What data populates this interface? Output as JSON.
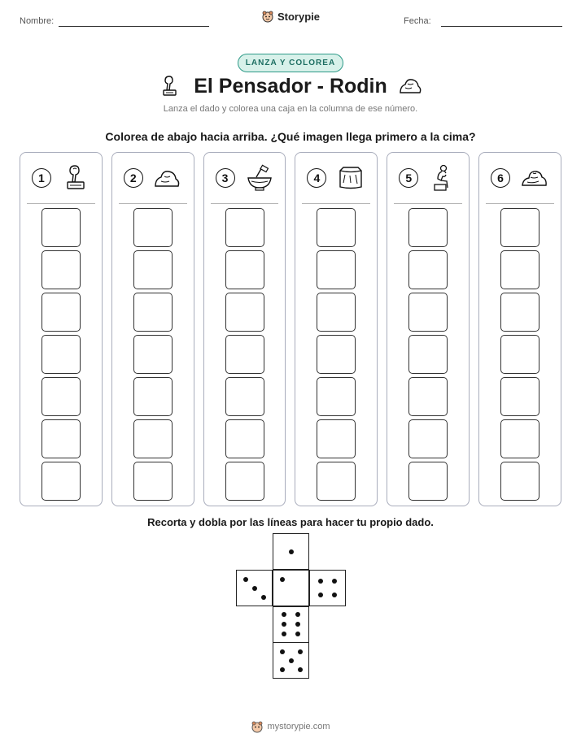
{
  "header": {
    "name_label": "Nombre:",
    "date_label": "Fecha:",
    "brand": "Storypie"
  },
  "badge": "LANZA Y COLOREA",
  "title": "El Pensador - Rodin",
  "subtitle": "Lanza el dado y colorea una caja en la columna de ese número.",
  "instruction": "Colorea de abajo hacia arriba. ¿Qué imagen llega primero a la cima?",
  "columns": [
    {
      "number": "1",
      "icon": "clay-tools-icon"
    },
    {
      "number": "2",
      "icon": "clay-lump-icon"
    },
    {
      "number": "3",
      "icon": "mixing-bowl-icon"
    },
    {
      "number": "4",
      "icon": "stone-block-icon"
    },
    {
      "number": "5",
      "icon": "thinker-statue-icon"
    },
    {
      "number": "6",
      "icon": "clay-pile-icon"
    }
  ],
  "boxes_per_column": 7,
  "cut_instruction": "Recorta y dobla por las líneas para hacer tu propio dado.",
  "die_faces": [
    1,
    3,
    4,
    6,
    5
  ],
  "footer": "mystorypie.com"
}
